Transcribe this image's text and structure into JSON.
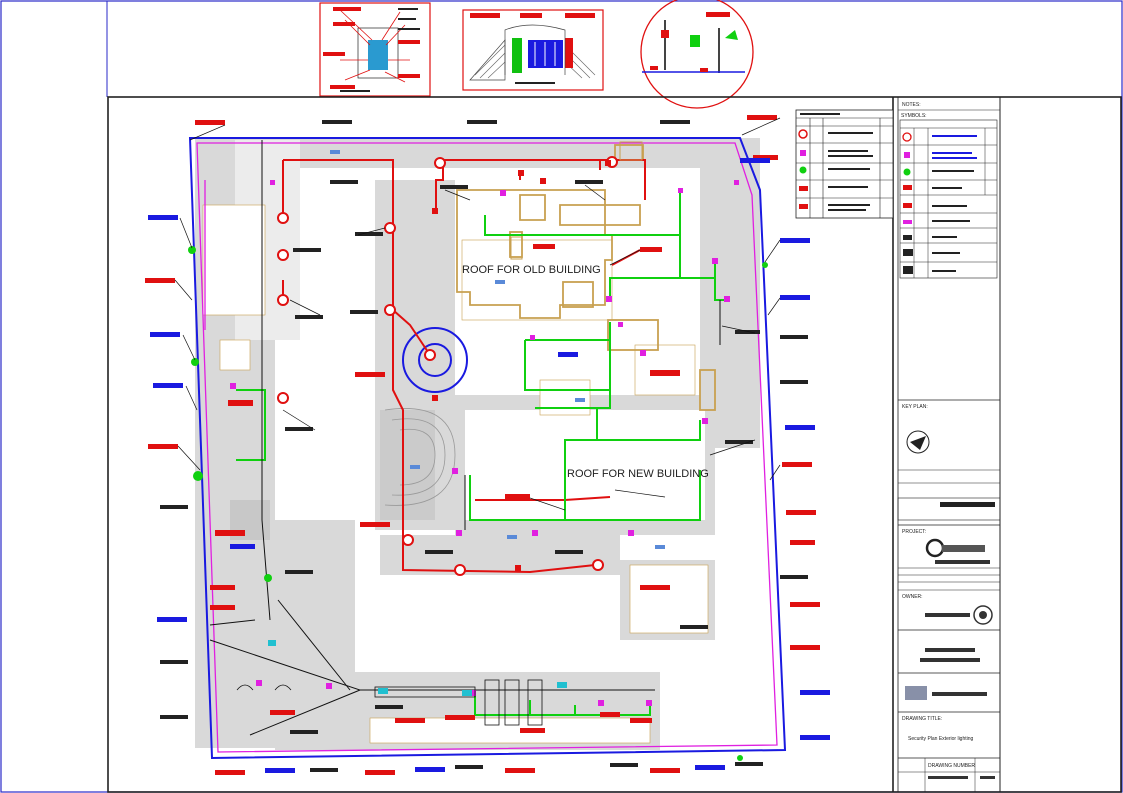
{
  "drawing": {
    "roof_old_label": "ROOF FOR OLD BUILDING",
    "roof_new_label": "ROOF FOR NEW BUILDING"
  },
  "title_block": {
    "notes_heading": "NOTES:",
    "symbols_heading": "SYMBOLS:",
    "key_plan_heading": "KEY PLAN:",
    "project_heading": "PROJECT:",
    "owner_heading": "OWNER:",
    "drawing_title_heading": "DRAWING TITLE:",
    "drawing_title": "Security Plan Exterior lighting",
    "drawing_number_label": "DRAWING NUMBER"
  },
  "colors": {
    "red_circuit": "#e01010",
    "green_circuit": "#10d010",
    "blue_boundary": "#1a1ae0",
    "magenta_circuit": "#e020e0",
    "building_fill": "#d9d9d9",
    "wall": "#c8a050"
  }
}
